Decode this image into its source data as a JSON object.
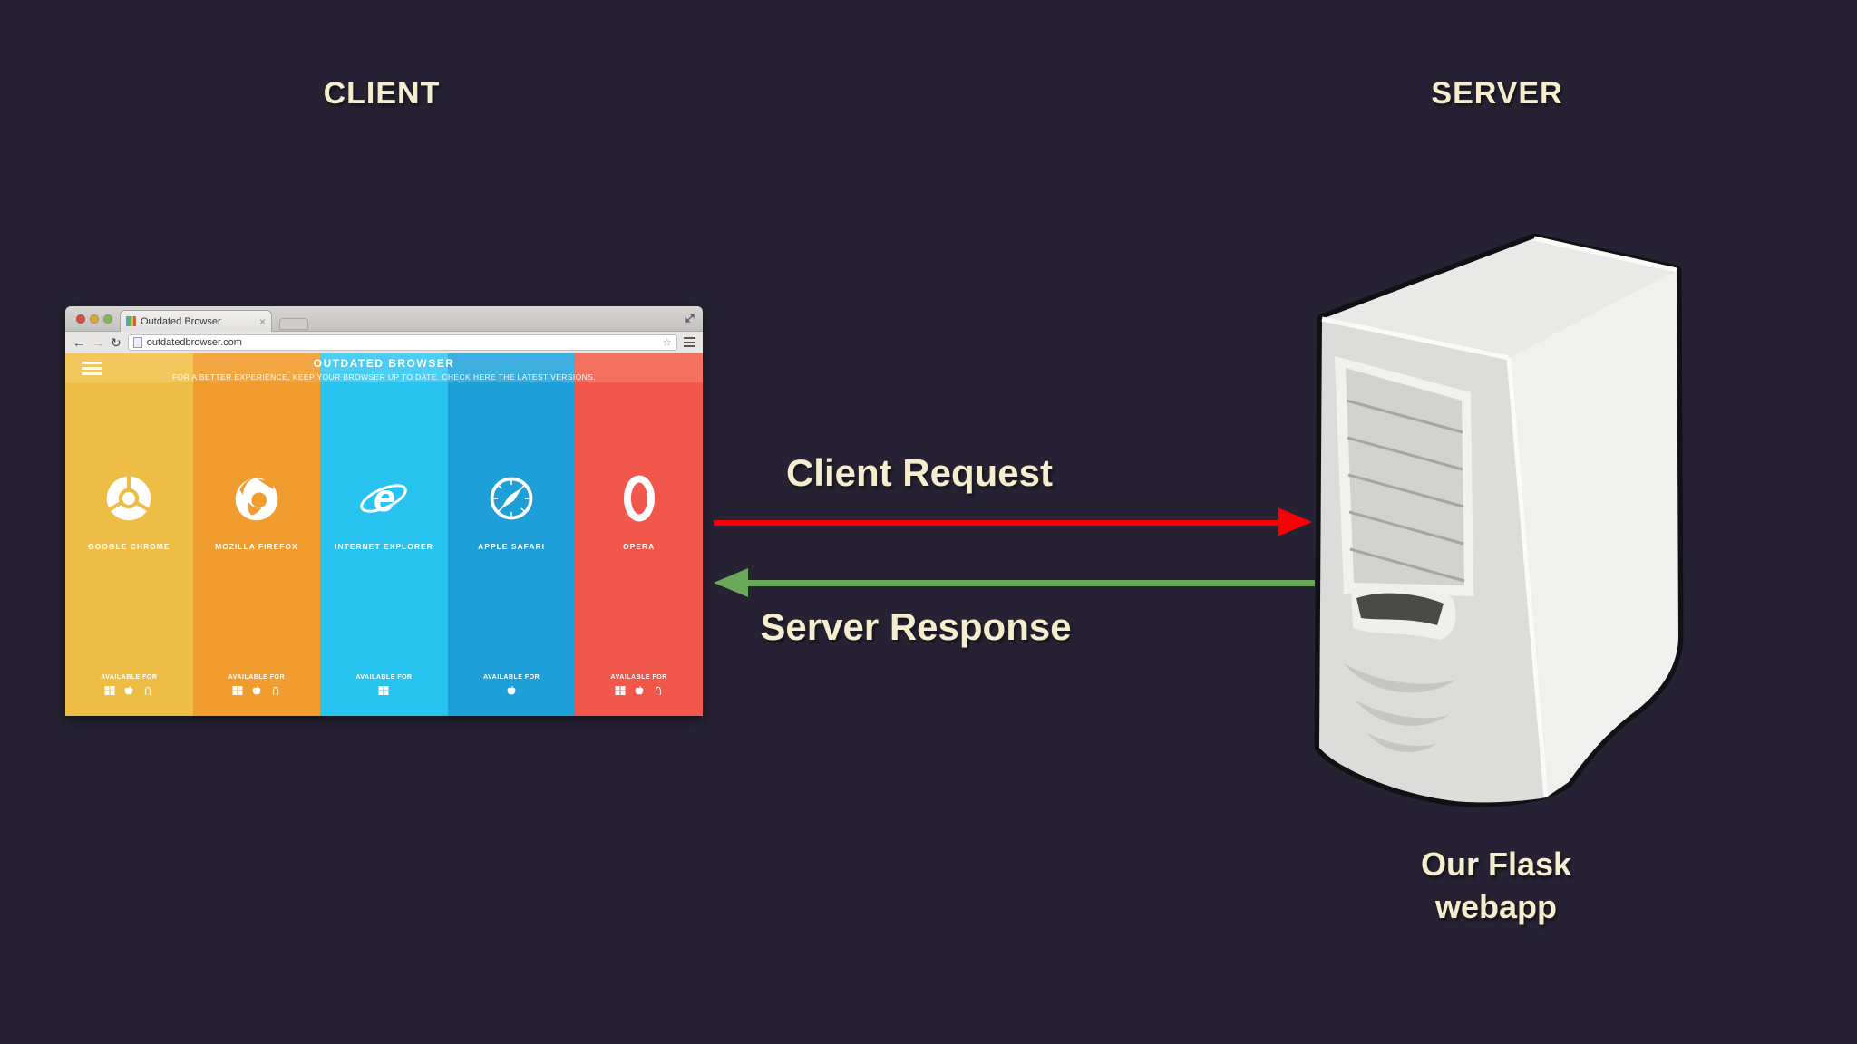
{
  "page": {
    "background": "#262233",
    "text_color": "#f5edcd"
  },
  "labels": {
    "client": "CLIENT",
    "server": "SERVER"
  },
  "arrows": {
    "request": {
      "label": "Client Request",
      "color": "#f70008"
    },
    "response": {
      "label": "Server Response",
      "color": "#6aa85a"
    }
  },
  "server": {
    "caption_line1": "Our Flask",
    "caption_line2": "webapp"
  },
  "browser": {
    "window": {
      "tab_title": "Outdated Browser",
      "close_glyph": "×",
      "url": "outdatedbrowser.com",
      "back_glyph": "←",
      "forward_glyph": "→",
      "reload_glyph": "↻",
      "star_glyph": "☆",
      "traffic_lights": [
        "#cc5147",
        "#d9a741",
        "#8ab35f"
      ]
    },
    "page": {
      "title": "OUTDATED BROWSER",
      "subtitle": "FOR A BETTER EXPERIENCE, KEEP YOUR BROWSER UP TO DATE. CHECK HERE THE LATEST VERSIONS.",
      "available_for_label": "AVAILABLE FOR",
      "columns": [
        {
          "name": "GOOGLE CHROME",
          "color": "#eebd45",
          "header_color": "#f2c85c",
          "logo": "chrome-logo-icon",
          "platforms": [
            "windows",
            "apple",
            "linux"
          ]
        },
        {
          "name": "MOZILLA FIREFOX",
          "color": "#f09c2f",
          "header_color": "#f2a743",
          "logo": "firefox-logo-icon",
          "platforms": [
            "windows",
            "apple",
            "linux"
          ]
        },
        {
          "name": "INTERNET EXPLORER",
          "color": "#29c3f0",
          "header_color": "#4ccdf3",
          "logo": "ie-logo-icon",
          "platforms": [
            "windows"
          ]
        },
        {
          "name": "APPLE SAFARI",
          "color": "#1f9fd8",
          "header_color": "#3dafdf",
          "logo": "safari-logo-icon",
          "platforms": [
            "apple"
          ]
        },
        {
          "name": "OPERA",
          "color": "#f1574b",
          "header_color": "#f4705f",
          "logo": "opera-logo-icon",
          "platforms": [
            "windows",
            "apple",
            "linux"
          ]
        }
      ]
    }
  }
}
